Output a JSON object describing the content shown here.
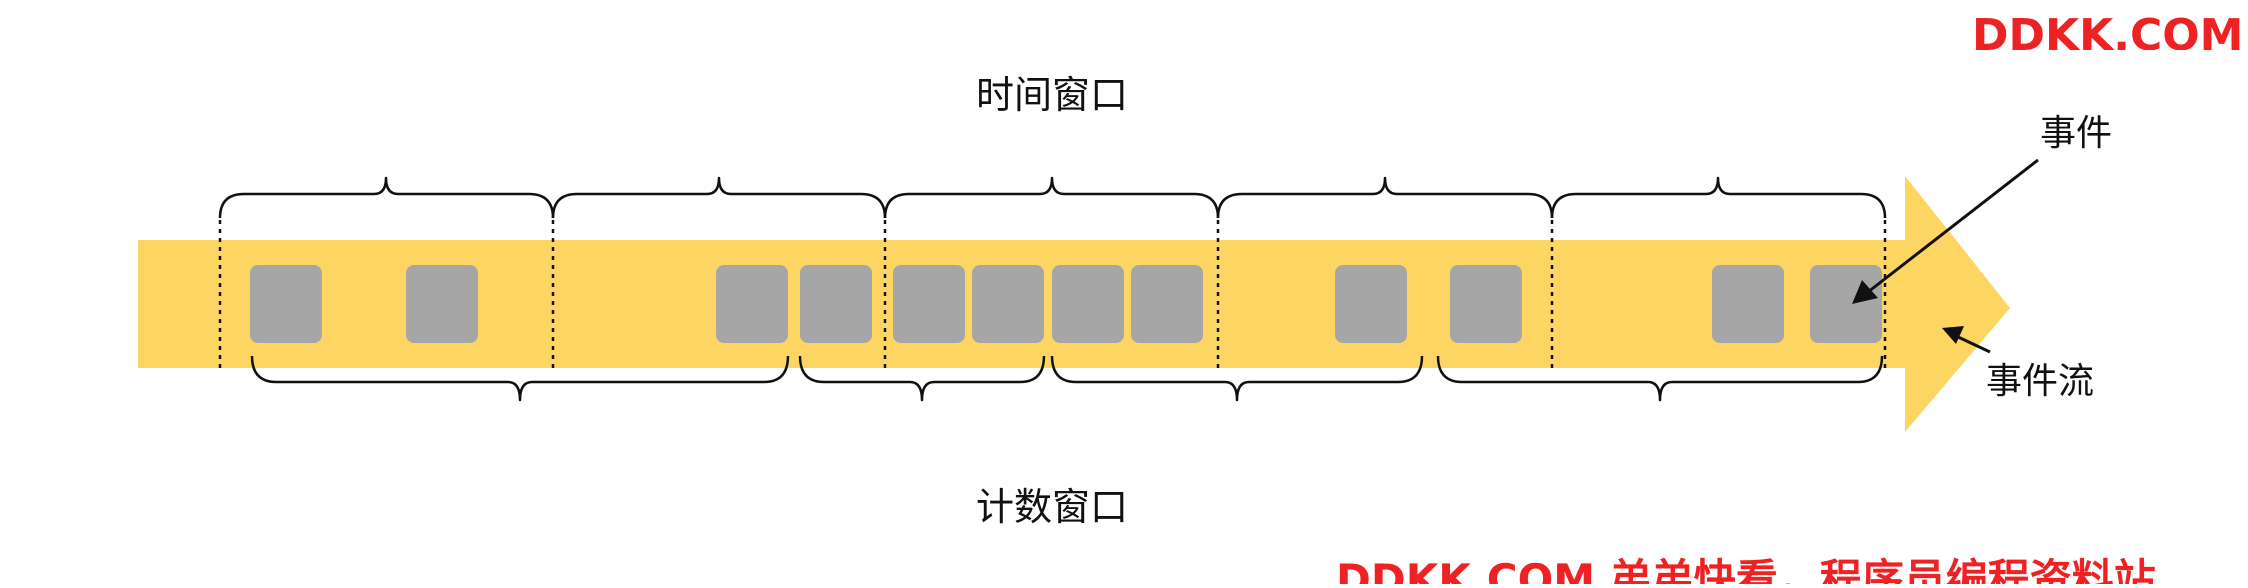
{
  "labels": {
    "time_window": "时间窗口",
    "count_window": "计数窗口",
    "event": "事件",
    "event_stream": "事件流"
  },
  "watermark": {
    "top": "DDKK.COM",
    "bottom": "DDKK.COM 弟弟快看，程序员编程资料站"
  },
  "colors": {
    "stream": "#FDD563",
    "event_box": "#A6A6A6",
    "bracket": "#111111",
    "watermark": "#EE2222"
  }
}
